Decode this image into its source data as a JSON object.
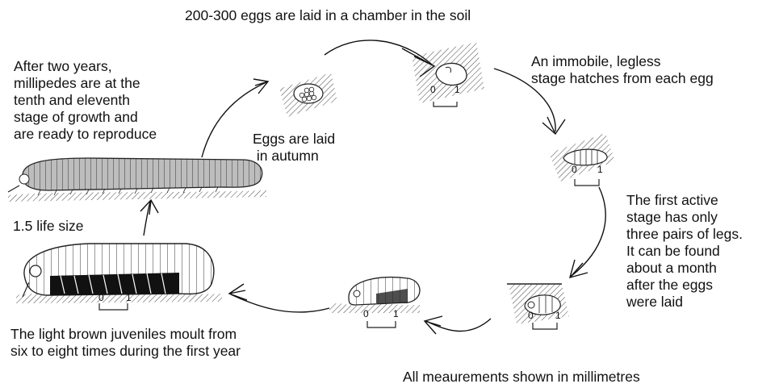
{
  "labels": {
    "top": "200-300 eggs are laid in a chamber in the soil",
    "eggs_laid": "Eggs are laid\n in autumn",
    "after_two_years": "After two years,\nmillipedes are at the\ntenth and eleventh\nstage of growth and\nare ready to reproduce",
    "immobile": "An immobile, legless\nstage hatches from each egg",
    "first_active": "The first active\nstage has only\nthree pairs of legs.\nIt can be found\nabout a month\nafter the eggs\nwere laid",
    "life_size": "1.5 life size",
    "juveniles": "The light brown juveniles moult from\nsix to eight times during the first year",
    "measurements": "All meaurements shown in millimetres"
  },
  "scales": [
    {
      "stage": "egg-chamber",
      "tick_start": "0",
      "tick_end": "1"
    },
    {
      "stage": "immobile-stage",
      "tick_start": "0",
      "tick_end": "1"
    },
    {
      "stage": "first-active-stage",
      "tick_start": "0",
      "tick_end": "1"
    },
    {
      "stage": "juvenile-stage",
      "tick_start": "0",
      "tick_end": "1"
    },
    {
      "stage": "light-brown-juvenile",
      "tick_start": "0",
      "tick_end": "1"
    }
  ]
}
